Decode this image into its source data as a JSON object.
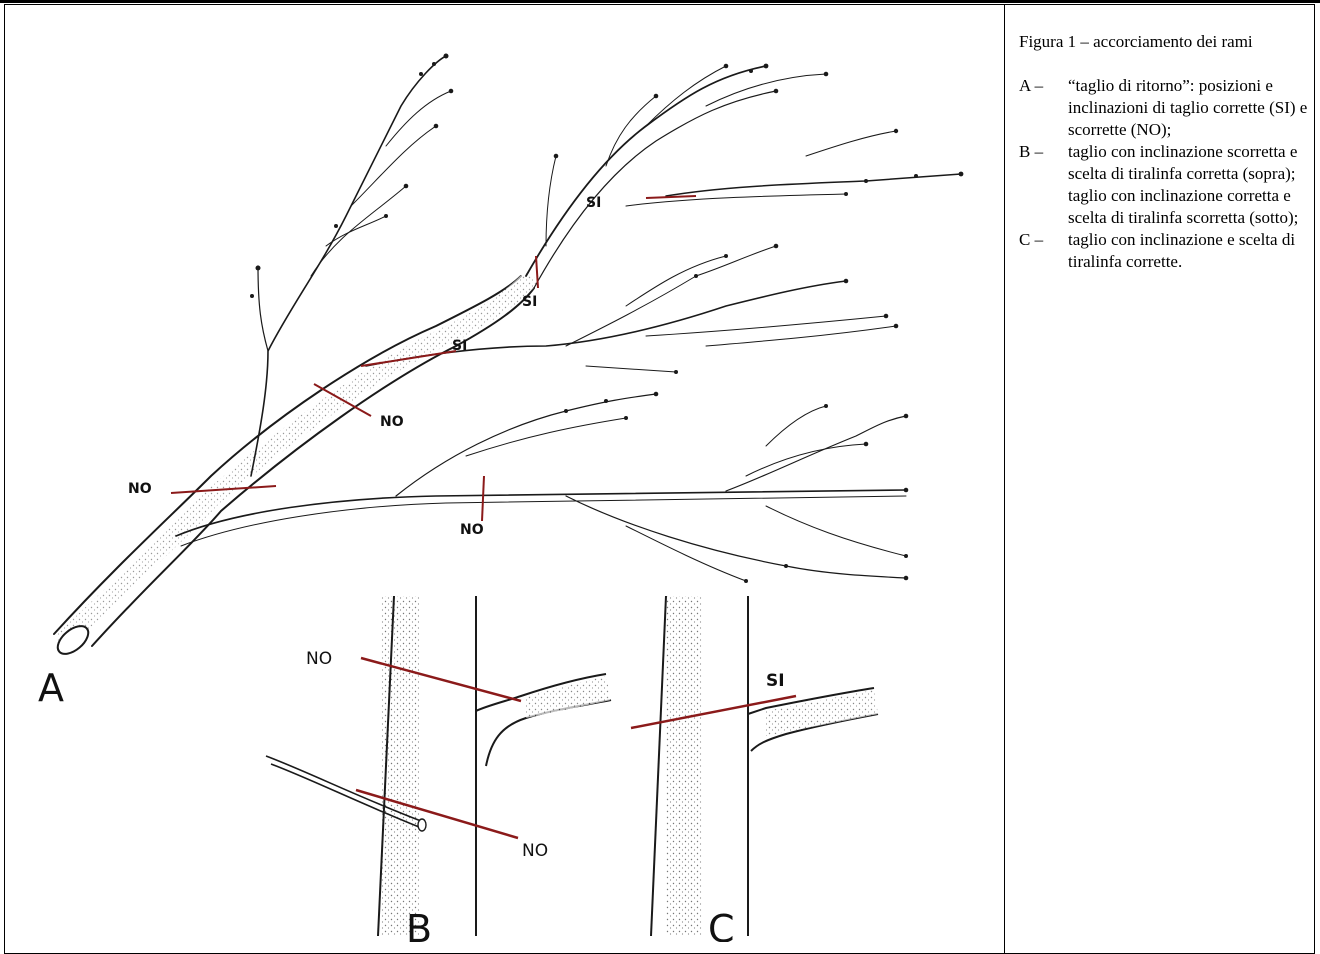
{
  "caption": {
    "title": "Figura 1 – accorciamento dei rami",
    "items": [
      {
        "letter": "A –",
        "text": "“taglio di ritorno”: posizioni e inclinazioni di taglio corrette (SI) e scorrette (NO);"
      },
      {
        "letter": "B –",
        "text": "taglio con inclinazione scorretta e scelta di tiralinfa corretta (sopra); taglio con inclinazione corretta e scelta di tiralinfa scorretta (sotto);"
      },
      {
        "letter": "C –",
        "text": "taglio con inclinazione e scelta di tiralinfa corrette."
      }
    ]
  },
  "figure": {
    "panel_labels": {
      "a": "A",
      "b": "B",
      "c": "C"
    },
    "marks": {
      "si": "SI",
      "no": "NO"
    },
    "colors": {
      "cut_line": "#8b1a1a",
      "ink": "#1a1a1a",
      "stipple": "#555555"
    }
  }
}
